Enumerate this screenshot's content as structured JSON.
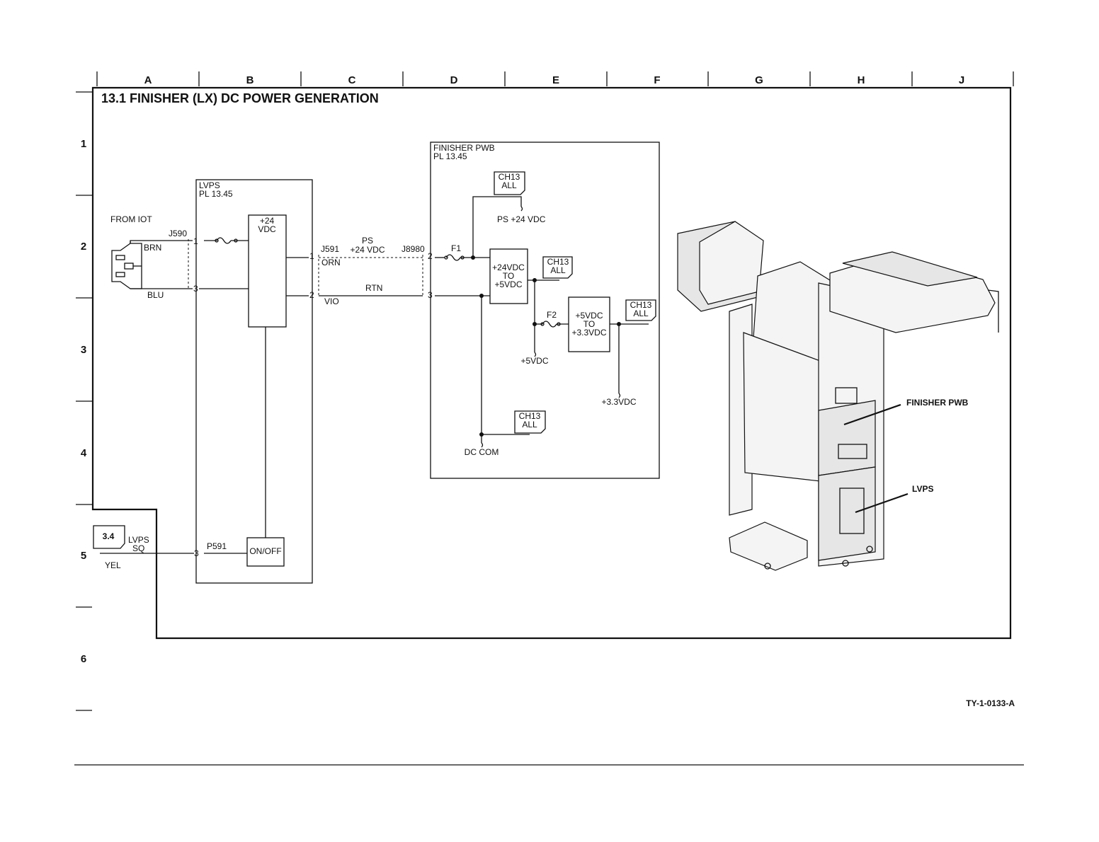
{
  "page": {
    "title": "13.1 FINISHER (LX) DC POWER GENERATION",
    "figure_id": "TY-1-0133-A"
  },
  "grid": {
    "columns": [
      "A",
      "B",
      "C",
      "D",
      "E",
      "F",
      "G",
      "H",
      "J"
    ],
    "rows": [
      "1",
      "2",
      "3",
      "4",
      "5",
      "6"
    ]
  },
  "lvps": {
    "name": "LVPS",
    "pl": "PL 13.45",
    "supply": "+24\nVDC",
    "on_off": "ON/OFF",
    "from": "FROM IOT",
    "j590": "J590",
    "brn": "BRN",
    "blu": "BLU",
    "pin1": "1",
    "pin3": "3",
    "p591": "P591",
    "p591_pin": "3",
    "ref": "3.4",
    "sq": "LVPS\nSQ",
    "yel": "YEL"
  },
  "harness": {
    "j591": "J591",
    "ps": "PS",
    "ps_v": "+24 VDC",
    "j8980": "J8980",
    "orn": "ORN",
    "rtn": "RTN",
    "vio": "VIO",
    "pin1": "1",
    "pin2": "2",
    "pin2b": "2",
    "pin3": "3"
  },
  "finisher_pwb": {
    "name": "FINISHER PWB",
    "pl": "PL 13.45",
    "f1": "F1",
    "f2": "F2",
    "conv1": "+24VDC\nTO\n+5VDC",
    "conv2": "+5VDC\nTO\n+3.3VDC",
    "ps24": "PS +24 VDC",
    "v5": "+5VDC",
    "v33": "+3.3VDC",
    "dccom": "DC COM",
    "ch13": "CH13\nALL"
  },
  "machine": {
    "label_pwb": "FINISHER PWB",
    "label_lvps": "LVPS"
  }
}
